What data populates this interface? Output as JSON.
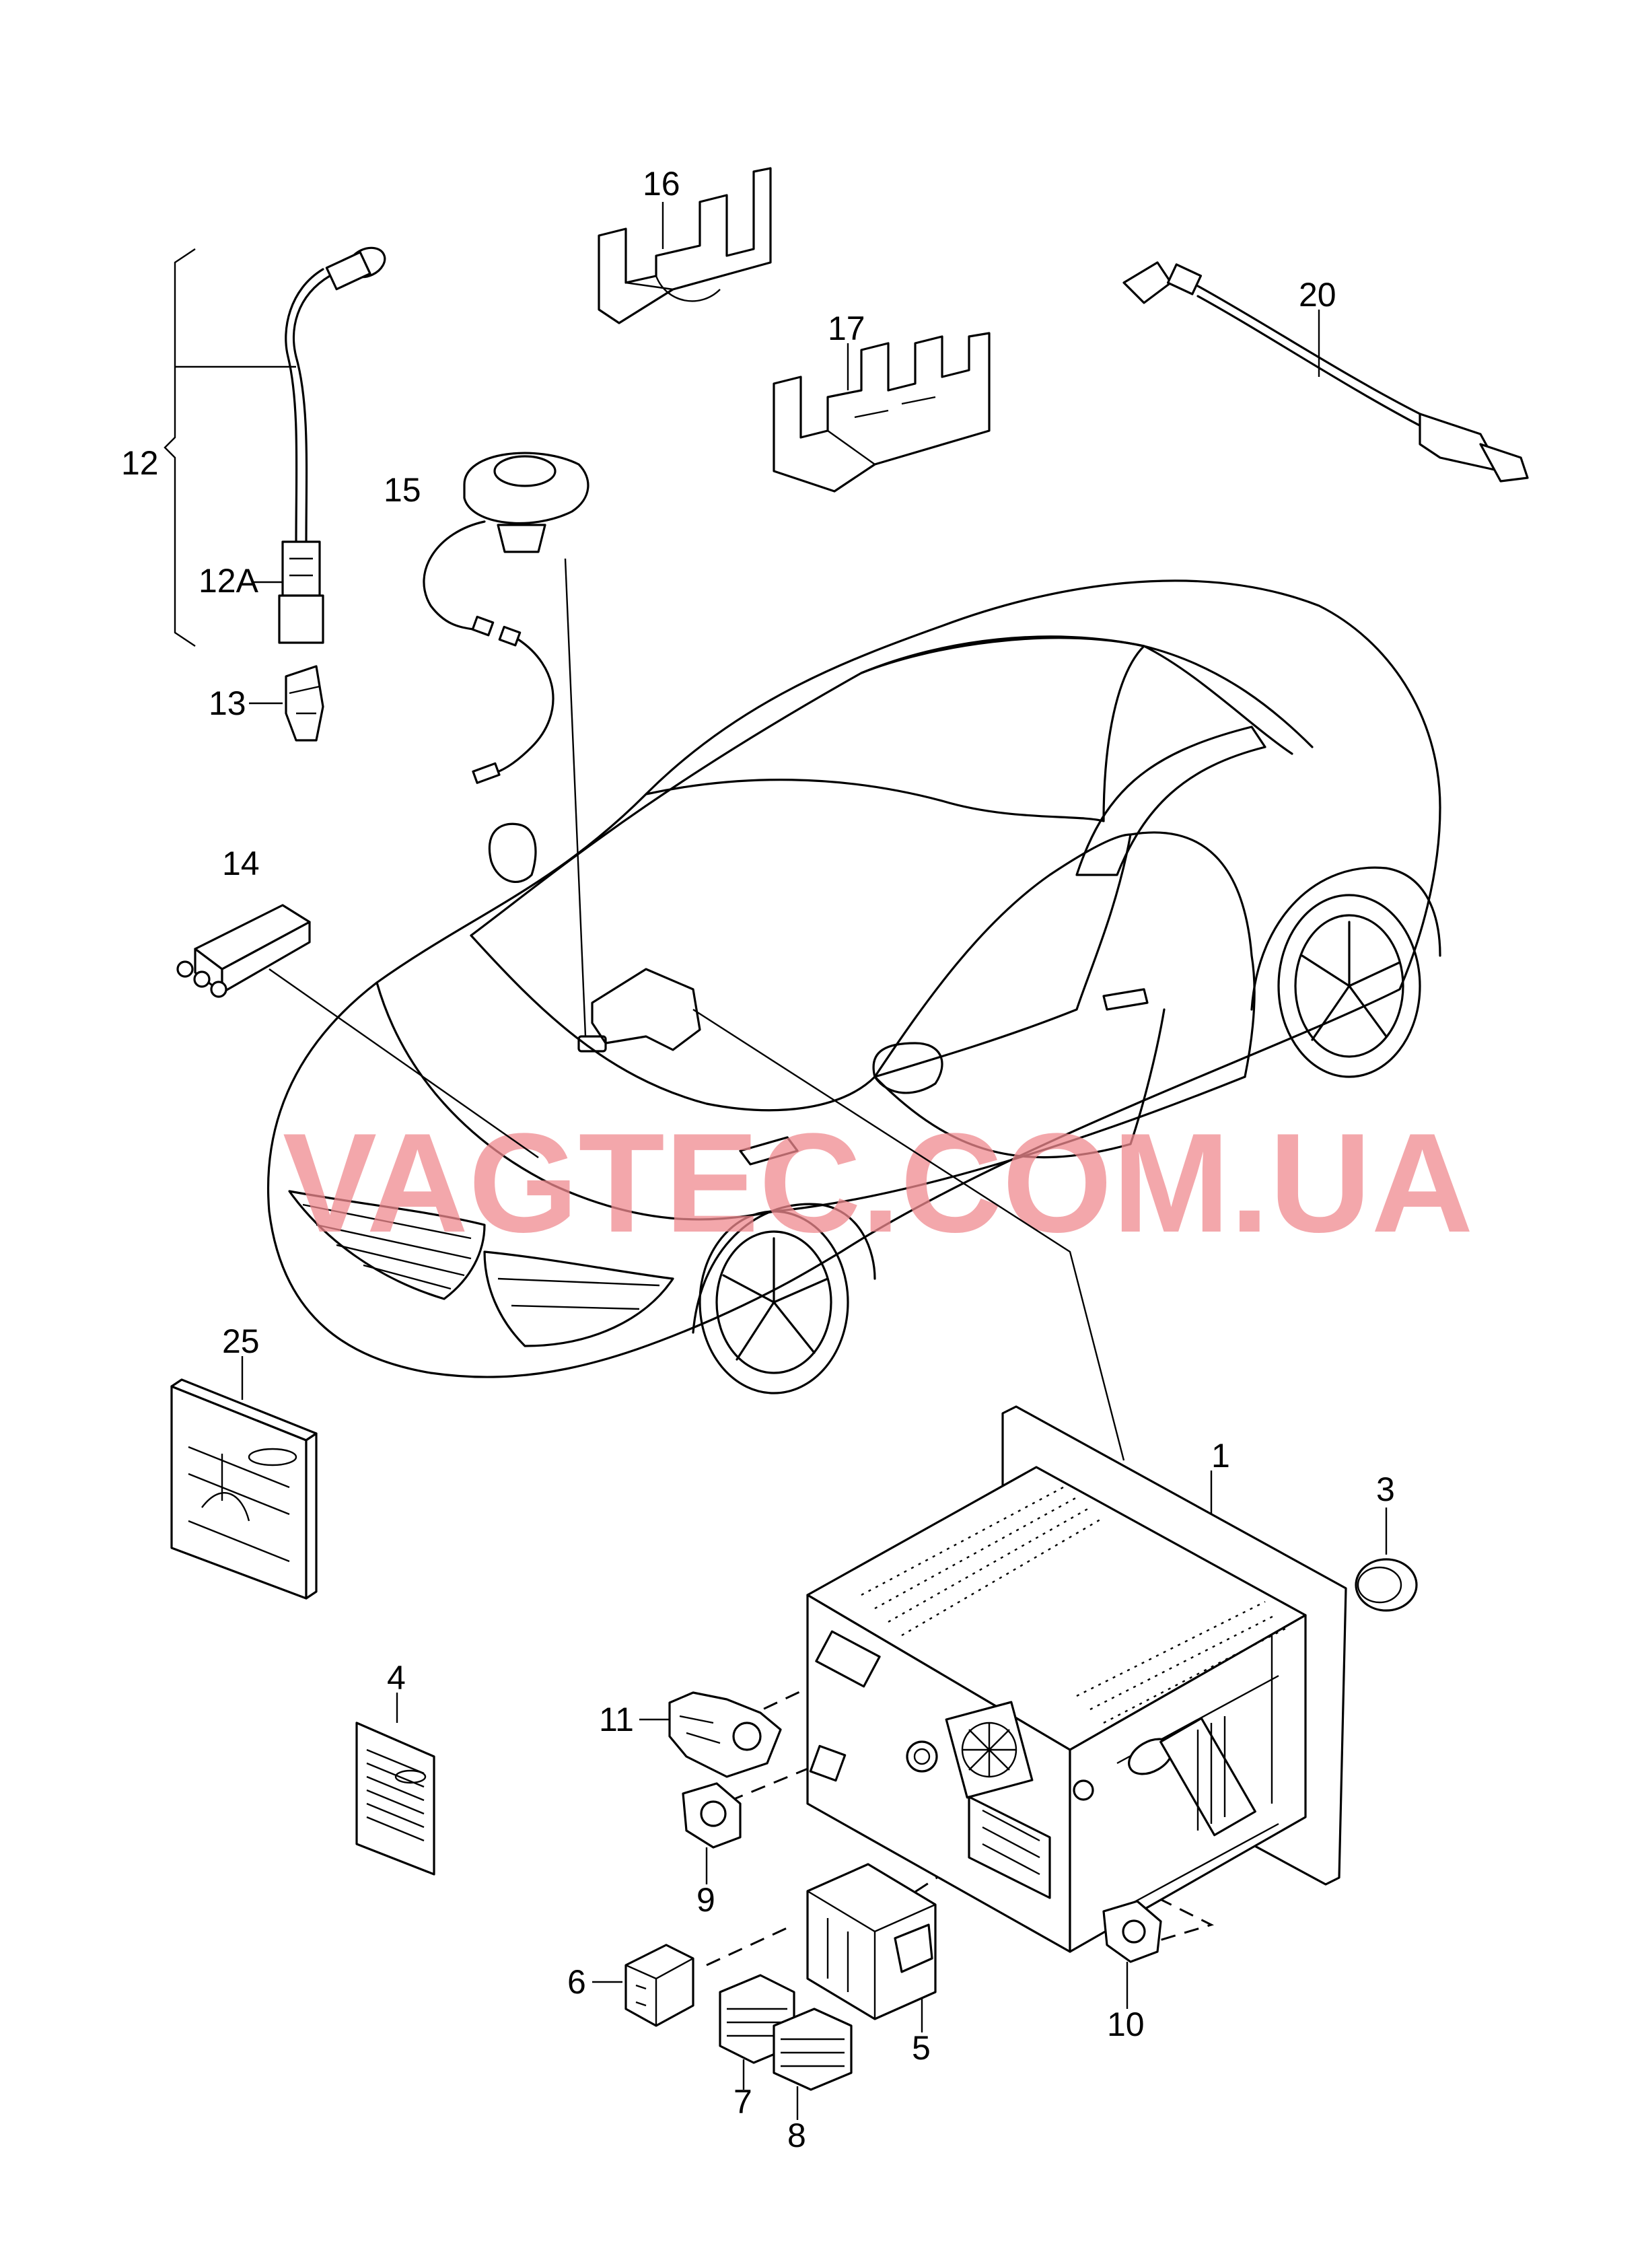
{
  "watermark": "VAGTEC.COM.UA",
  "labels": {
    "p1": "1",
    "p3": "3",
    "p4": "4",
    "p5": "5",
    "p6": "6",
    "p7": "7",
    "p8": "8",
    "p9": "9",
    "p10": "10",
    "p11": "11",
    "p12": "12",
    "p12a": "12A",
    "p13": "13",
    "p14": "14",
    "p15": "15",
    "p16": "16",
    "p17": "17",
    "p20": "20",
    "p25": "25"
  }
}
